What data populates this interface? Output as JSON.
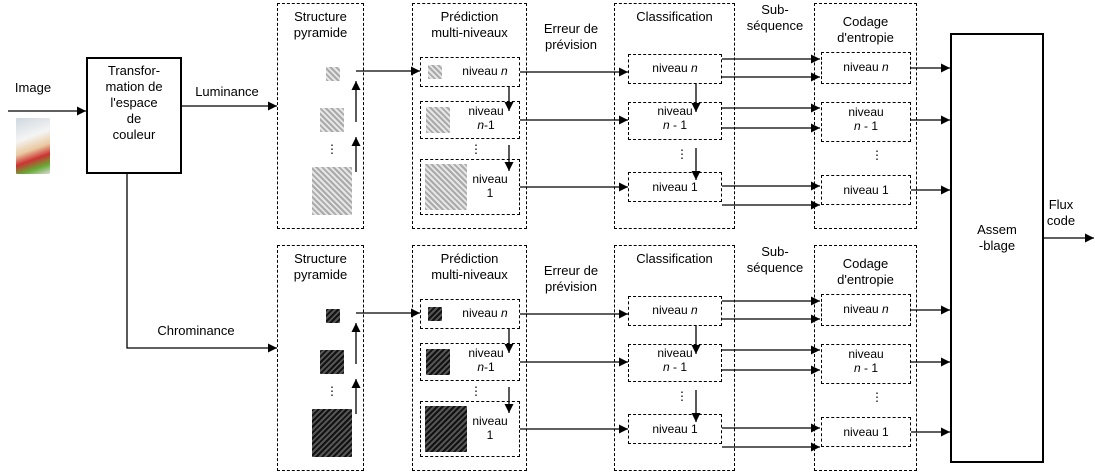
{
  "input_label": "Image",
  "transform": [
    "Transfor-",
    "mation de",
    "l'espace",
    "de",
    "couleur"
  ],
  "luminance_label": "Luminance",
  "chrominance_label": "Chrominance",
  "pyramid_title": [
    "Structure",
    "pyramide"
  ],
  "prediction_title": [
    "Prédiction",
    "multi-niveaux"
  ],
  "error_label": [
    "Erreur de",
    "prévision"
  ],
  "classification_title": "Classification",
  "subseq_label": [
    "Sub-",
    "séquence"
  ],
  "coding_title": [
    "Codage",
    "d'entropie"
  ],
  "assembly": [
    "Assem",
    "-blage"
  ],
  "output_label": [
    "Flux",
    "code"
  ],
  "level_word": "niveau",
  "level_n": "n",
  "level_n1_a": "n",
  "level_n1_b": "-1",
  "level_n1_c": "n",
  "level_n1_d": "- 1",
  "level_1": "1",
  "ellipsis": "⋮",
  "colors": {
    "stroke": "#000000",
    "background": "#ffffff"
  }
}
